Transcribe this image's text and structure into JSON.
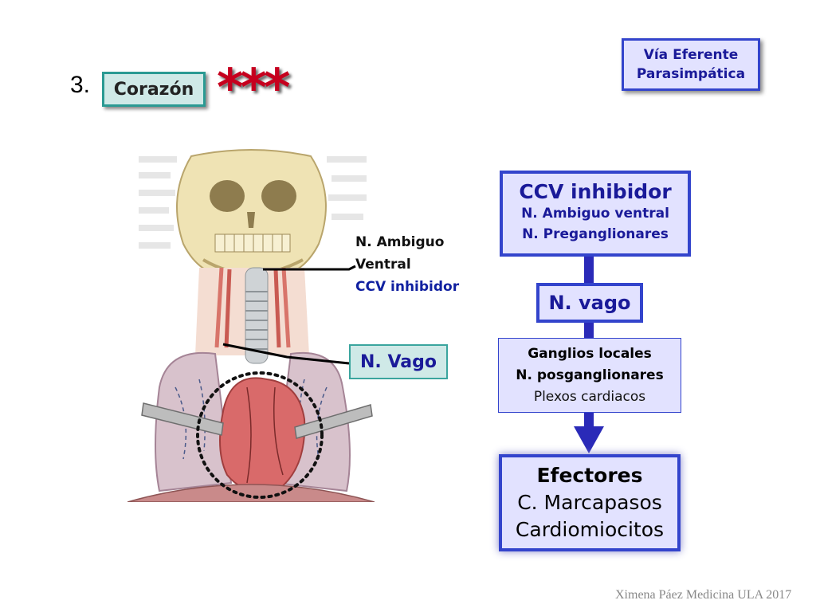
{
  "slide": {
    "number": "3.",
    "title": "Corazón",
    "stars": "***",
    "pathway": {
      "line1": "Vía Eferente",
      "line2": "Parasimpática"
    }
  },
  "anatomy_labels": {
    "ambiguo_line1": "N. Ambiguo",
    "ambiguo_line2": "Ventral",
    "ambiguo_line3": "CCV inhibidor",
    "vago": "N. Vago"
  },
  "flow": {
    "ccv": {
      "title": "CCV inhibidor",
      "line1": "N. Ambiguo ventral",
      "line2": "N. Preganglionares"
    },
    "vago": "N. vago",
    "ganglios": {
      "line1": "Ganglios locales",
      "line2": "N. posganglionares",
      "line3": "Plexos cardiacos"
    },
    "efectores": {
      "line1": "Efectores",
      "line2": "C. Marcapasos",
      "line3": "Cardiomiocitos"
    }
  },
  "footer": "Ximena Páez Medicina ULA 2017",
  "colors": {
    "accent_blue": "#3344cc",
    "box_fill": "#e2e2ff",
    "teal": "#2a9a93",
    "stars_red": "#c6001e"
  }
}
